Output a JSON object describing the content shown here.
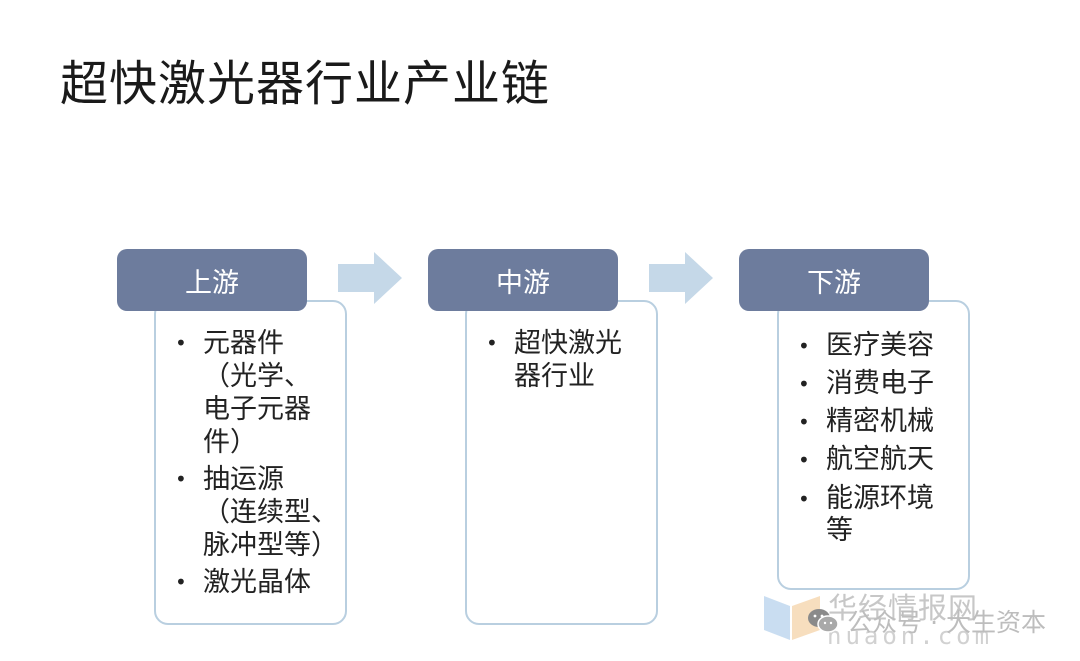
{
  "title": "超快激光器行业产业链",
  "stages": [
    {
      "header": "上游",
      "items": [
        "元器件\n（光学、\n电子元器\n件）",
        "抽运源\n（连续型、\n脉冲型等）",
        "激光晶体"
      ]
    },
    {
      "header": "中游",
      "items": [
        "超快激光\n器行业"
      ]
    },
    {
      "header": "下游",
      "items": [
        "医疗美容",
        "消费电子",
        "精密机械",
        "航空航天",
        "能源环境\n等"
      ]
    }
  ],
  "watermark": {
    "brand": "华经情报网",
    "url": "huaon.com",
    "account": "公众号 · 大生资本"
  },
  "colors": {
    "header_fill": "#6d7c9d",
    "box_border": "#b9cfe0",
    "arrow_fill": "#c5d8e8"
  },
  "icons": {
    "arrow": "right-arrow-icon",
    "logo": "huaon-logo-icon",
    "wechat": "wechat-icon"
  }
}
